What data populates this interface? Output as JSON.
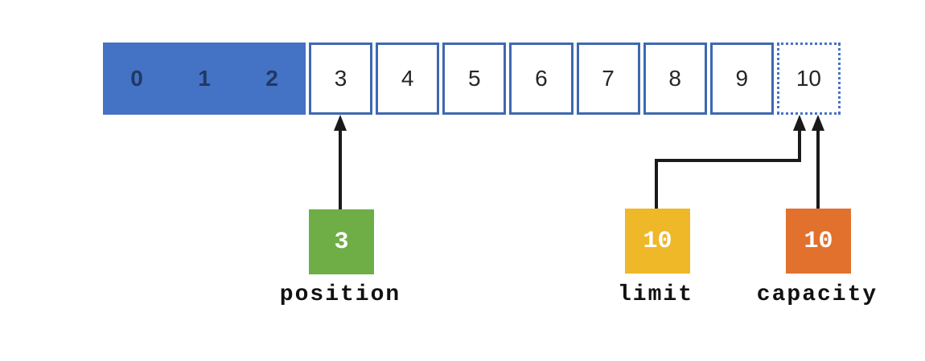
{
  "array": {
    "filled_cells": [
      "0",
      "1",
      "2"
    ],
    "open_cells": [
      "3",
      "4",
      "5",
      "6",
      "7",
      "8",
      "9"
    ],
    "dotted_cell": "10"
  },
  "pointers": {
    "position": {
      "value": "3",
      "label": "position",
      "points_to_cell": "3",
      "color": "#6FAD47"
    },
    "limit": {
      "value": "10",
      "label": "limit",
      "points_to_cell": "10",
      "color": "#EFB829"
    },
    "capacity": {
      "value": "10",
      "label": "capacity",
      "points_to_cell": "10",
      "color": "#E2712E"
    }
  },
  "colors": {
    "array_fill_blue": "#4472C4",
    "cell_border_blue": "#3E68B2",
    "filled_number_navy": "#203864",
    "arrow_black": "#1A1A1A"
  }
}
